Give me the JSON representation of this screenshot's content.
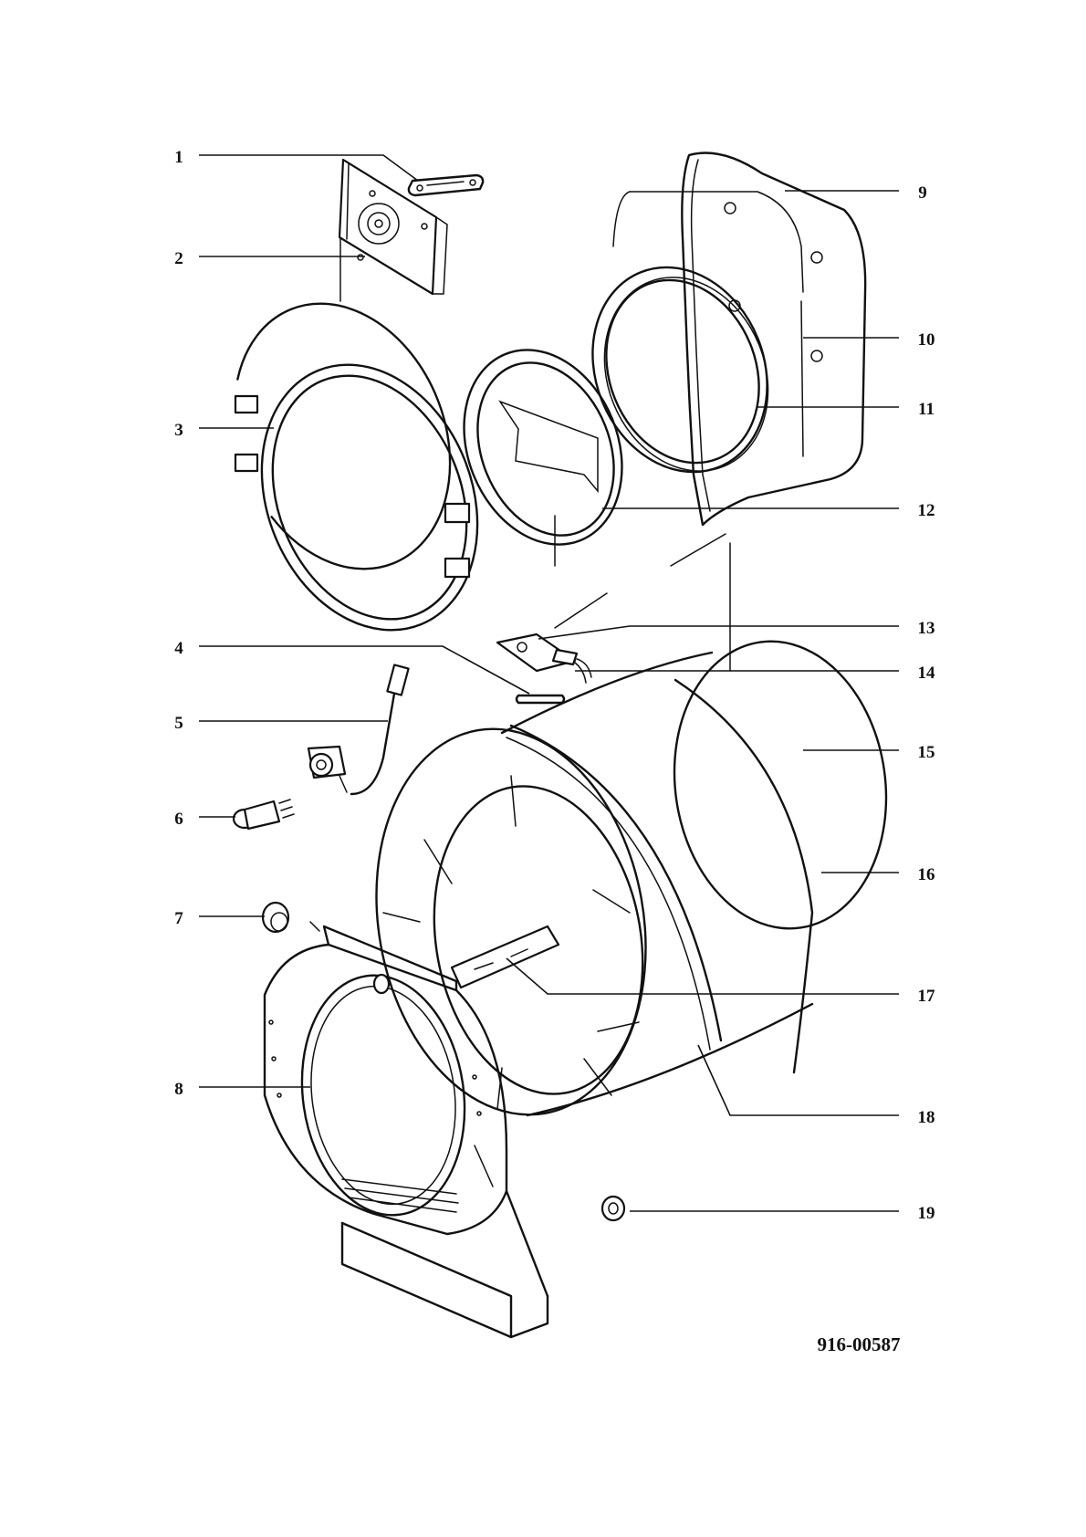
{
  "callouts": [
    {
      "label": "1"
    },
    {
      "label": "2"
    },
    {
      "label": "3"
    },
    {
      "label": "4"
    },
    {
      "label": "5"
    },
    {
      "label": "6"
    },
    {
      "label": "7"
    },
    {
      "label": "8"
    },
    {
      "label": "9"
    },
    {
      "label": "10"
    },
    {
      "label": "11"
    },
    {
      "label": "12"
    },
    {
      "label": "13"
    },
    {
      "label": "14"
    },
    {
      "label": "15"
    },
    {
      "label": "16"
    },
    {
      "label": "17"
    },
    {
      "label": "18"
    },
    {
      "label": "19"
    }
  ],
  "document_code": "916-00587",
  "colors": {
    "ink": "#111111",
    "paper": "#ffffff"
  }
}
